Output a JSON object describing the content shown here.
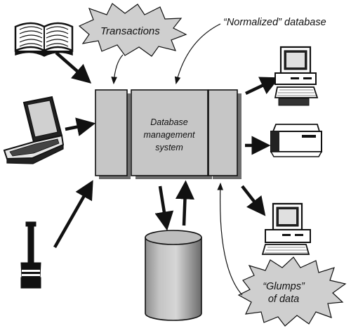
{
  "labels": {
    "transactions": "Transactions",
    "normalized_database": "“Normalized” database",
    "dbms_line1": "Database",
    "dbms_line2": "management",
    "dbms_line3": "system",
    "glumps_line1": "“Glumps”",
    "glumps_line2": "of data"
  },
  "icons": [
    "book-icon",
    "laptop-icon",
    "barcode-wand-icon",
    "database-cylinder-icon",
    "desktop-computer-icon",
    "printer-icon"
  ],
  "colors": {
    "box_fill": "#c6c6c6",
    "shadow": "#6e6e6e",
    "starburst_fill": "#cfcfcf"
  }
}
